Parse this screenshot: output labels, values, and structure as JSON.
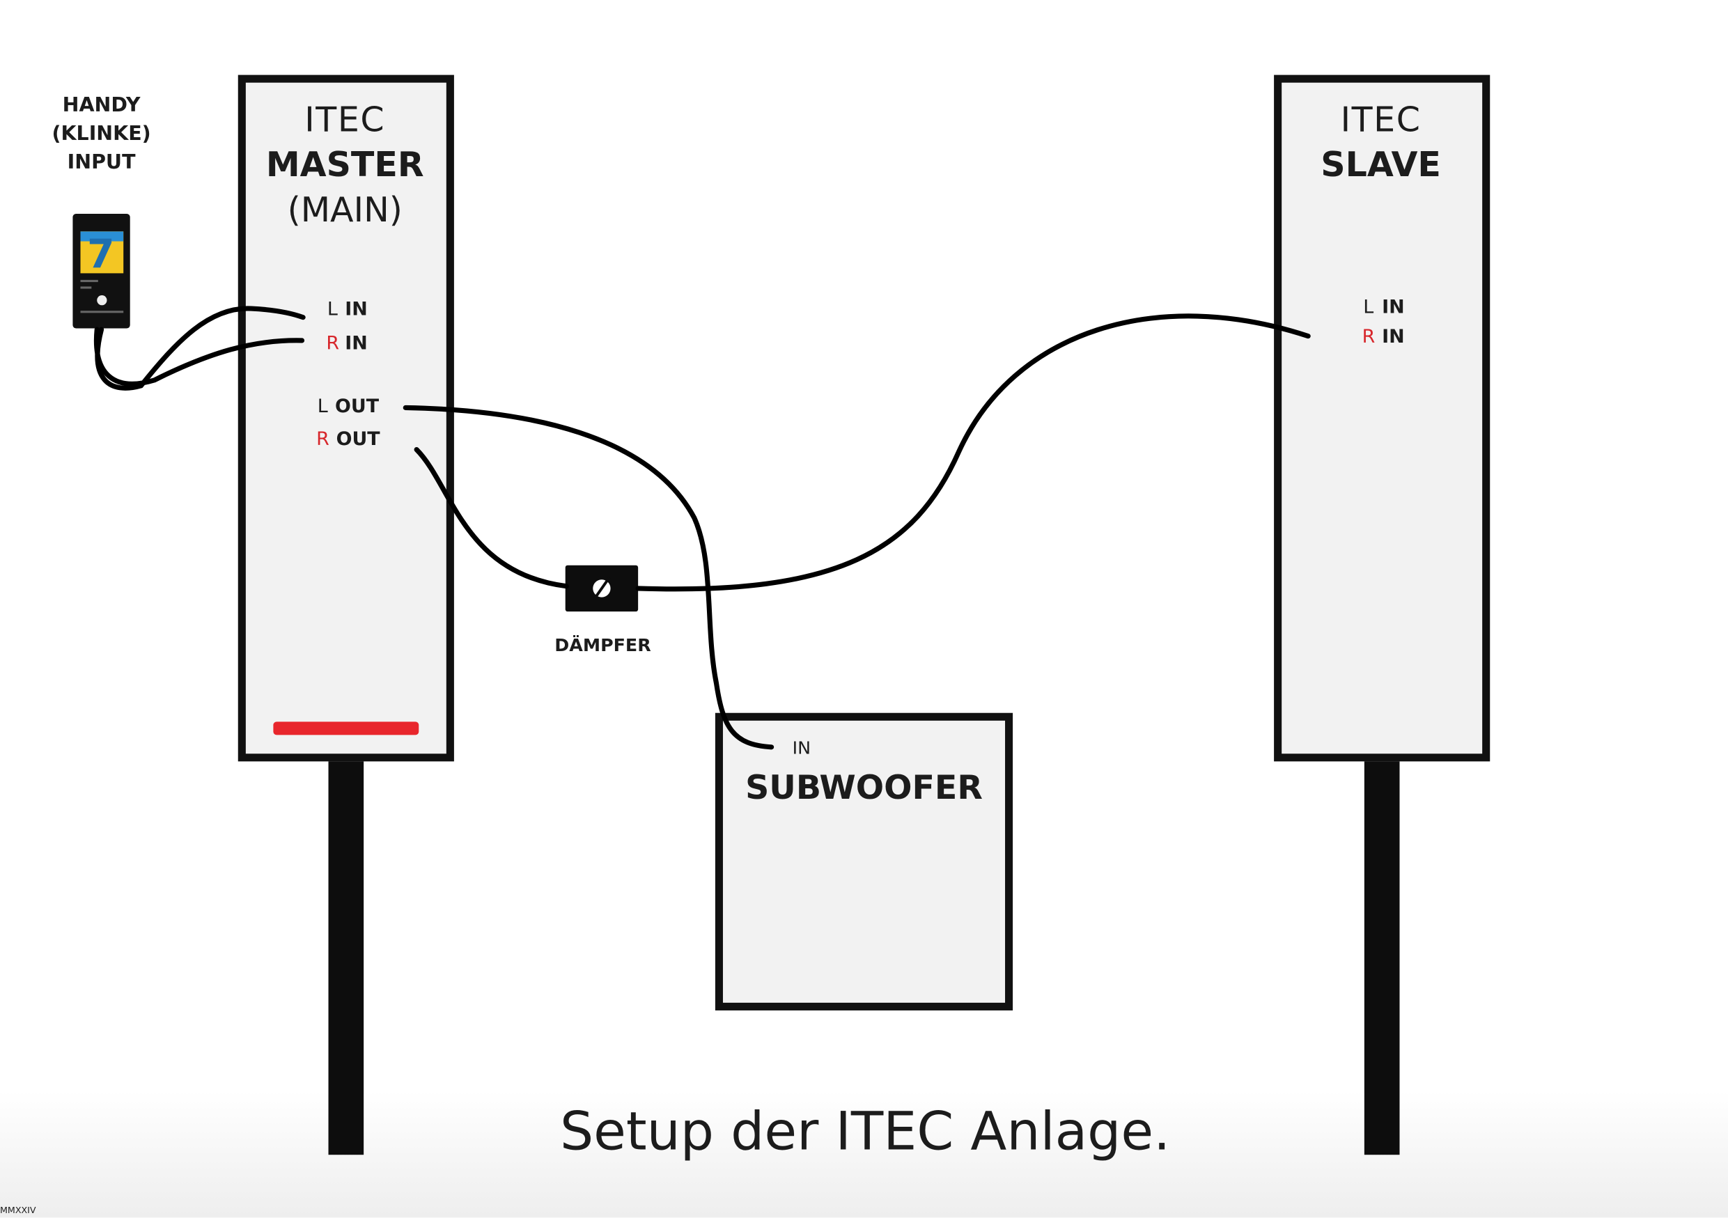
{
  "phone": {
    "label_lines": [
      "HANDY",
      "(KLINKE)",
      "INPUT"
    ]
  },
  "master": {
    "brand": "ITEC",
    "name": "MASTER",
    "sub": "(MAIN)",
    "ports": {
      "l_in": {
        "channel": "L",
        "type": "IN"
      },
      "r_in": {
        "channel": "R",
        "type": "IN"
      },
      "l_out": {
        "channel": "L",
        "type": "OUT"
      },
      "r_out": {
        "channel": "R",
        "type": "OUT"
      }
    }
  },
  "slave": {
    "brand": "ITEC",
    "name": "SLAVE",
    "ports": {
      "l_in": {
        "channel": "L",
        "type": "IN"
      },
      "r_in": {
        "channel": "R",
        "type": "IN"
      }
    }
  },
  "subwoofer": {
    "port": "IN",
    "name": "SUBWOOFER"
  },
  "damper": {
    "label": "DÄMPFER"
  },
  "caption": "Setup der ITEC Anlage.",
  "footer": "MMXXIV",
  "colors": {
    "accent_red": "#e8262c",
    "channel_red": "#d7262b",
    "cable": "#000000",
    "box_fill": "#f2f2f2"
  },
  "icons": [
    "phone-icon",
    "knob-icon"
  ]
}
